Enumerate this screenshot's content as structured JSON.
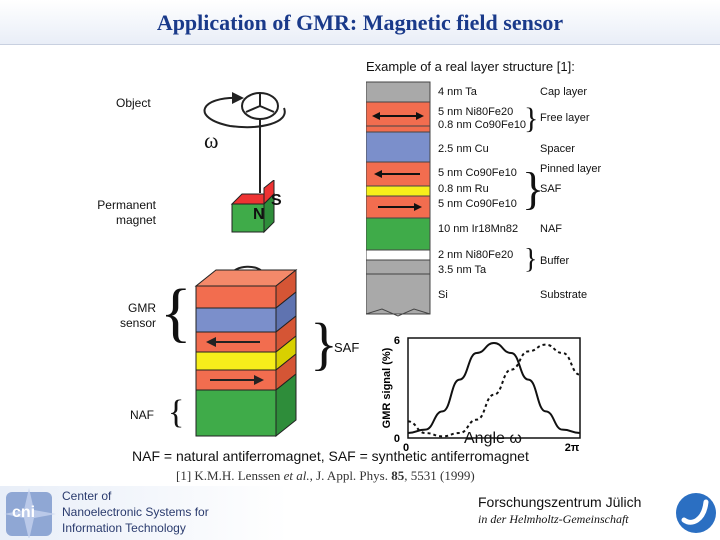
{
  "header": {
    "title": "Application of GMR: Magnetic field sensor"
  },
  "example_caption": "Example of a real layer structure [1]:",
  "left_diagram": {
    "object_label": "Object",
    "omega_label": "ω",
    "magnet_label_line1": "Permanent",
    "magnet_label_line2": "magnet",
    "magnet_n": "N",
    "magnet_s": "S",
    "gmr_label_line1": "GMR",
    "gmr_label_line2": "sensor",
    "saf_label": "SAF",
    "naf_label": "NAF"
  },
  "layer_stack": [
    {
      "left": "4 nm Ta",
      "right": "Cap layer"
    },
    {
      "left": "5 nm Ni80Fe20",
      "right": ""
    },
    {
      "left": "0.8 nm Co90Fe10",
      "right": "Free layer"
    },
    {
      "left": "2.5 nm Cu",
      "right": "Spacer"
    },
    {
      "left": "5 nm Co90Fe10",
      "right": "Pinned layer"
    },
    {
      "left": "0.8 nm Ru",
      "right": "SAF"
    },
    {
      "left": "5 nm Co90Fe10",
      "right": ""
    },
    {
      "left": "10 nm Ir18Mn82",
      "right": "NAF"
    },
    {
      "left": "2 nm Ni80Fe20",
      "right": "Buffer"
    },
    {
      "left": "3.5 nm Ta",
      "right": ""
    },
    {
      "left": "Si",
      "right": "Substrate"
    }
  ],
  "colors": {
    "gray": "#a9a9a9",
    "red": "#f26d4f",
    "blue": "#7b8fcb",
    "yellow": "#f7ee1b",
    "green": "#3fab49",
    "title": "#1a3a8a"
  },
  "chart_data": {
    "type": "line",
    "ylabel": "GMR signal (%)",
    "xlabel": "Angle ω",
    "xticks": [
      "0",
      "2π"
    ],
    "yticks": [
      "0",
      "6"
    ],
    "xlim": [
      0,
      6.283
    ],
    "ylim": [
      0,
      6
    ],
    "series": [
      {
        "style": "solid",
        "x": [
          0,
          0.63,
          1.26,
          1.88,
          2.51,
          3.14,
          3.77,
          4.4,
          5.03,
          5.65,
          6.28
        ],
        "y": [
          0.3,
          0.5,
          1.6,
          3.5,
          5.1,
          5.7,
          5.1,
          3.5,
          1.6,
          0.5,
          0.3
        ]
      },
      {
        "style": "dashed",
        "x": [
          0,
          0.63,
          1.26,
          1.88,
          2.51,
          3.14,
          3.77,
          4.4,
          5.03,
          5.65,
          6.28
        ],
        "y": [
          1.0,
          0.3,
          0.1,
          0.3,
          1.1,
          2.6,
          4.1,
          5.2,
          5.6,
          5.1,
          3.8
        ]
      }
    ]
  },
  "definition_line": "NAF = natural antiferromagnet, SAF = synthetic antiferromagnet",
  "reference": {
    "prefix": "[1] K.M.H. Lenssen ",
    "etal": "et al.",
    "journal": ", J. Appl. Phys. ",
    "volume": "85",
    "pages": ", 5531 (1999)"
  },
  "footer": {
    "cni_logo_text": "cni",
    "cni_line1": "Center of",
    "cni_line2": "Nanoelectronic Systems for",
    "cni_line3": "Information Technology",
    "fz_line1": "Forschungszentrum Jülich",
    "fz_line2": "in der Helmholtz-Gemeinschaft"
  }
}
